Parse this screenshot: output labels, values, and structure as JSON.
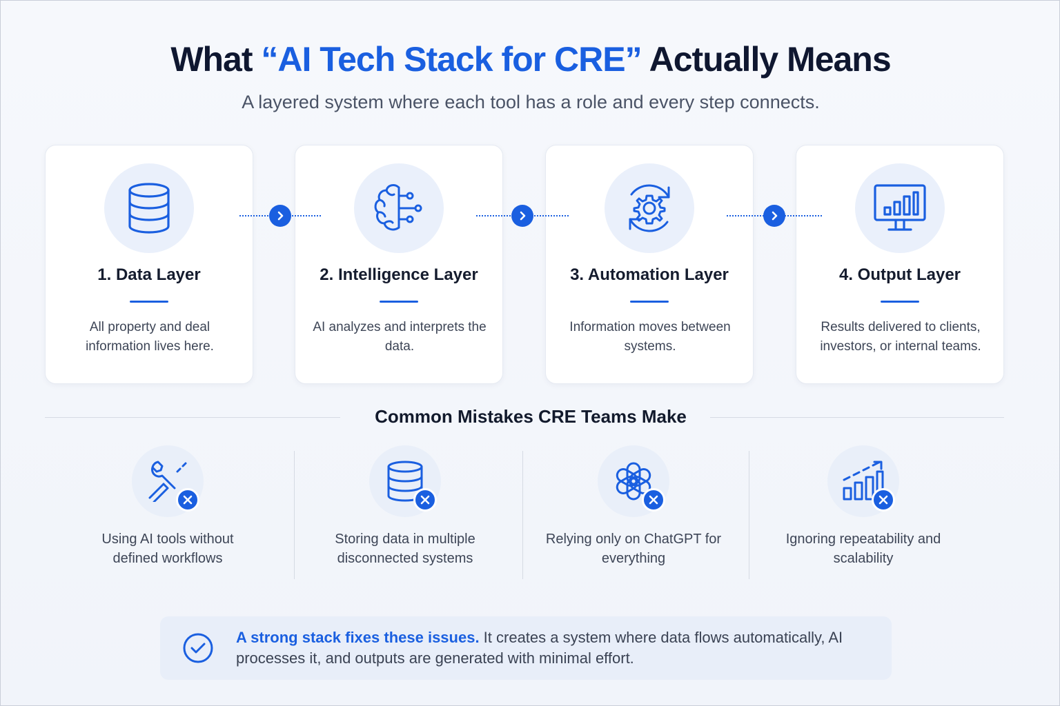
{
  "title": {
    "prefix": "What ",
    "accent": "“AI Tech Stack for CRE”",
    "suffix": " Actually Means"
  },
  "subtitle": "A layered system where each tool has a role and every step connects.",
  "layers": [
    {
      "title": "1. Data Layer",
      "desc": "All property and deal information lives here.",
      "icon": "database-icon"
    },
    {
      "title": "2. Intelligence Layer",
      "desc": "AI analyzes and interprets the data.",
      "icon": "brain-icon"
    },
    {
      "title": "3. Automation Layer",
      "desc": "Information moves between systems.",
      "icon": "gear-cycle-icon"
    },
    {
      "title": "4. Output Layer",
      "desc": "Results delivered to clients, investors, or internal teams.",
      "icon": "monitor-chart-icon"
    }
  ],
  "mistakes_section": {
    "title": "Common Mistakes CRE Teams Make",
    "items": [
      {
        "text": "Using AI tools without defined workflows",
        "icon": "tools-icon"
      },
      {
        "text": "Storing data in multiple disconnected systems",
        "icon": "database-icon"
      },
      {
        "text": "Relying only on ChatGPT for everything",
        "icon": "openai-logo-icon"
      },
      {
        "text": "Ignoring repeatability and scalability",
        "icon": "growth-chart-icon"
      }
    ]
  },
  "callout": {
    "strong": "A strong stack fixes these issues.",
    "text": " It creates a system where data flows automatically, AI processes it, and outputs are generated with minimal effort."
  },
  "colors": {
    "accent": "#1a5fe0",
    "icon_bg": "#eaf0fb",
    "callout_bg": "#e8eef9"
  }
}
